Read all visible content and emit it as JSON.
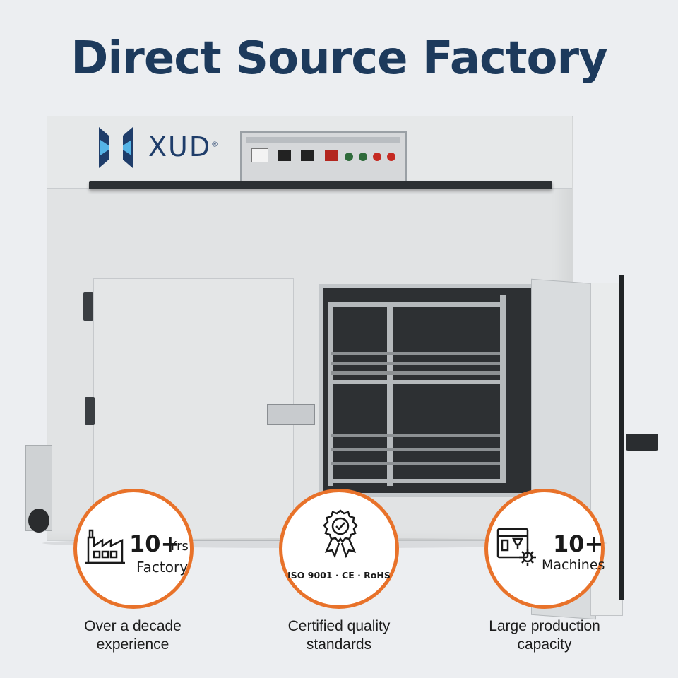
{
  "headline": "Direct Source Factory",
  "brand": {
    "name": "XUD",
    "mark": "®"
  },
  "badges": [
    {
      "big": "10+",
      "small": "Yrs",
      "line2": "Factory",
      "caption1": "Over a decade",
      "caption2": "experience",
      "icon": "factory-icon"
    },
    {
      "label": "ISO 9001 · CE · RoHS",
      "caption1": "Certified quality",
      "caption2": "standards",
      "icon": "certified-ribbon-icon"
    },
    {
      "big": "10+",
      "line2": "Machines",
      "caption1": "Large production",
      "caption2": "capacity",
      "icon": "machine-gear-icon"
    }
  ],
  "colors": {
    "headline": "#1d3a5c",
    "badge_ring": "#e8722a",
    "brand": "#1f3d6a"
  }
}
